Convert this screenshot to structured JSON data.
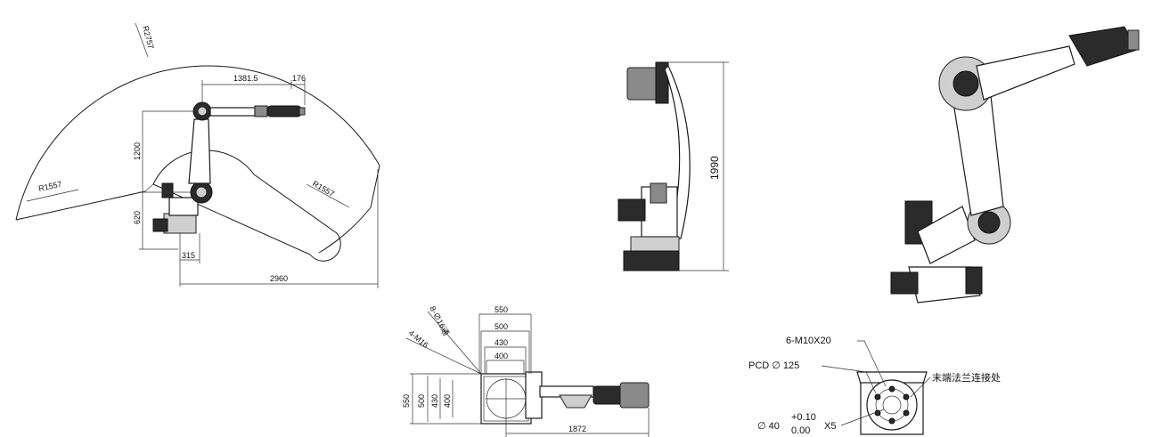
{
  "reach_view": {
    "radius_outer": "R2757",
    "radius_inner_left": "R1557",
    "radius_inner_right": "R1557",
    "dim_arm": "1381.5",
    "dim_wrist": "176",
    "dim_height_upper": "1200",
    "dim_height_base": "620",
    "dim_offset": "315",
    "dim_reach": "2960"
  },
  "side_view": {
    "dim_height": "1990"
  },
  "base_view": {
    "label_holes": "8-∅16通",
    "label_threads": "4-M16",
    "dim_550_top": "550",
    "dim_500_top": "500",
    "dim_430_top": "430",
    "dim_400_top": "400",
    "dim_550_left": "550",
    "dim_500_left": "500",
    "dim_430_left": "430",
    "dim_400_left": "400",
    "dim_length": "1872"
  },
  "flange_view": {
    "label_bolts": "6-M10X20",
    "label_pcd": "PCD ∅ 125",
    "label_end_flange": "末端法兰连接处",
    "label_dia_prefix": "∅ 40",
    "label_tol_upper": "+0.10",
    "label_tol_lower": "0.00",
    "label_depth": "X5"
  }
}
